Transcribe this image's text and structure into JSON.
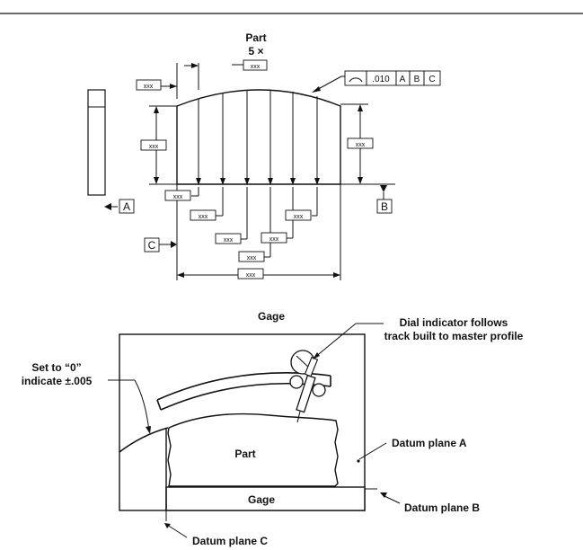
{
  "part": {
    "title": "Part",
    "count": "5 ×",
    "placeholder": "xxx",
    "fcf": {
      "symbol": "profile-of-surface-icon",
      "tolerance": ".010",
      "datum1": "A",
      "datum2": "B",
      "datum3": "C"
    },
    "datums": {
      "a": "A",
      "b": "B",
      "c": "C"
    }
  },
  "gage": {
    "title": "Gage",
    "dial_line1": "Dial indicator follows",
    "dial_line2": "track built to master profile",
    "set_line1": "Set to “0”",
    "set_line2": "indicate ±.005",
    "part_label": "Part",
    "gage_label": "Gage",
    "datum_a": "Datum plane A",
    "datum_b": "Datum plane B",
    "datum_c": "Datum plane C"
  }
}
